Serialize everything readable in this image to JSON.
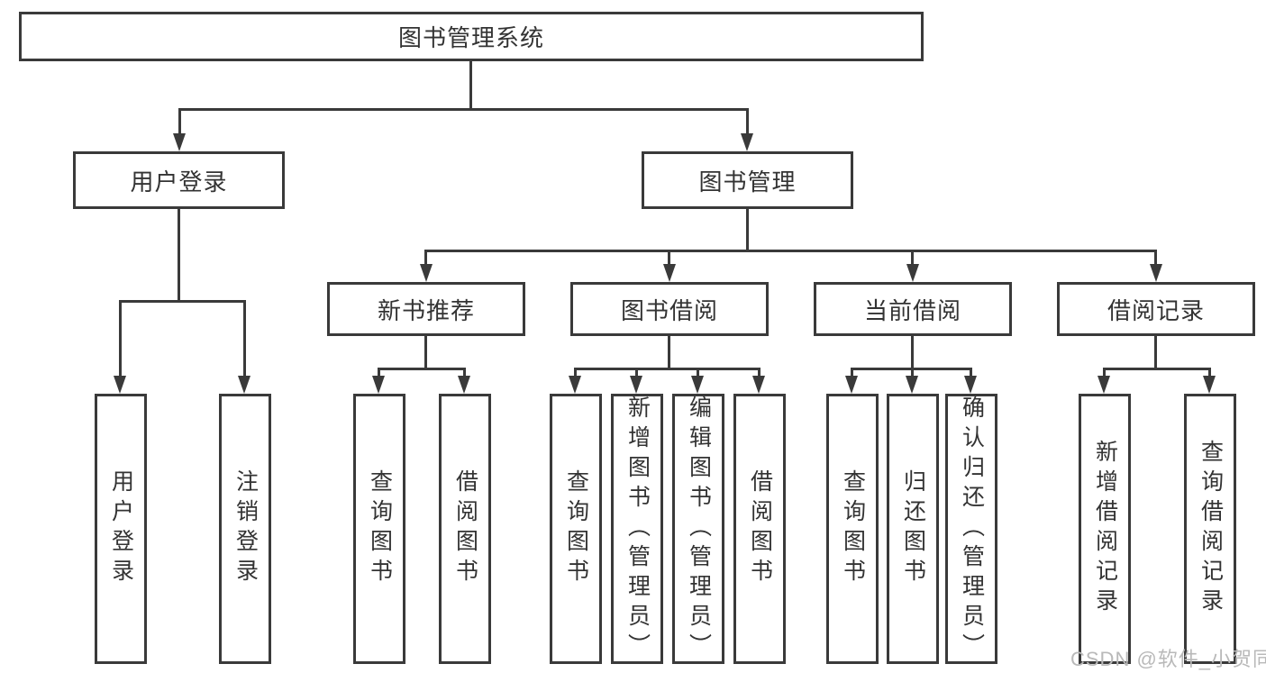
{
  "diagram_title": "图书管理系统",
  "colors": {
    "line": "#3a3a3a",
    "text": "#333333",
    "watermark": "#b9b9b9",
    "background": "#ffffff"
  },
  "tree": {
    "label": "图书管理系统",
    "children": [
      {
        "label": "用户登录",
        "children": [
          {
            "label": "用户登录"
          },
          {
            "label": "注销登录"
          }
        ]
      },
      {
        "label": "图书管理",
        "children": [
          {
            "label": "新书推荐",
            "children": [
              {
                "label": "查询图书"
              },
              {
                "label": "借阅图书"
              }
            ]
          },
          {
            "label": "图书借阅",
            "children": [
              {
                "label": "查询图书"
              },
              {
                "label": "新增图书（管理员）"
              },
              {
                "label": "编辑图书（管理员）"
              },
              {
                "label": "借阅图书"
              }
            ]
          },
          {
            "label": "当前借阅",
            "children": [
              {
                "label": "查询图书"
              },
              {
                "label": "归还图书"
              },
              {
                "label": "确认归还（管理员）"
              }
            ]
          },
          {
            "label": "借阅记录",
            "children": [
              {
                "label": "新增借阅记录"
              },
              {
                "label": "查询借阅记录"
              }
            ]
          }
        ]
      }
    ]
  },
  "watermark": "CSDN @软件_小贺同学"
}
